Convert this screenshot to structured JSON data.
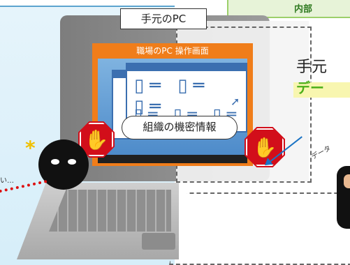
{
  "local_pc_label": "手元のPC",
  "remote_screen_title": "職場のPC 操作画面",
  "confidential_label": "組織の機密情報",
  "top_right_label": "内部",
  "right_line1": "手元",
  "right_line2": "デー",
  "data_text_fragment": "データ",
  "hacker_text_fragment": "い…",
  "colors": {
    "orange_frame": "#f07d1a",
    "stop_red": "#d20e1a",
    "green_text": "#4caf1a",
    "blue_arrow": "#1a73c4"
  },
  "icons": [
    "stop-hand-icon",
    "hacker-icon",
    "warning-burst-icon",
    "arrow-icon",
    "person-icon",
    "folder-icon",
    "cursor-icon"
  ]
}
